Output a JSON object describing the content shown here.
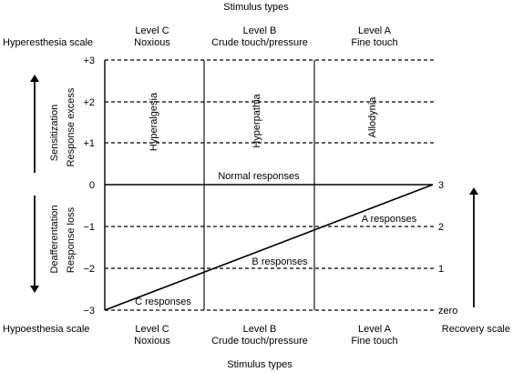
{
  "top": {
    "header": "Stimulus types",
    "hyper_scale": "Hyperesthesia scale",
    "levels": [
      {
        "name": "Level C",
        "type": "Noxious"
      },
      {
        "name": "Level B",
        "type": "Crude touch/pressure"
      },
      {
        "name": "Level A",
        "type": "Fine touch"
      }
    ]
  },
  "bottom": {
    "footer": "Stimulus types",
    "hypo_scale": "Hypoesthesia scale",
    "recovery_scale": "Recovery scale",
    "levels": [
      {
        "name": "Level C",
        "type": "Noxious"
      },
      {
        "name": "Level B",
        "type": "Crude touch/pressure"
      },
      {
        "name": "Level A",
        "type": "Fine touch"
      }
    ]
  },
  "left_axis": {
    "ticks": [
      "+3",
      "+2",
      "+1",
      "0",
      "−1",
      "−2",
      "−3"
    ],
    "upper_labels": [
      "Sensitization",
      "Response excess"
    ],
    "lower_labels": [
      "Deafferentation",
      "Response loss"
    ]
  },
  "right_axis": {
    "ticks": [
      "3",
      "2",
      "1",
      "zero"
    ]
  },
  "columns": {
    "upper_labels": [
      "Hyperalgesia",
      "Hyperpathia",
      "Allodynia"
    ]
  },
  "lines": {
    "normal": "Normal responses",
    "a": "A responses",
    "b": "B responses",
    "c": "C responses"
  }
}
